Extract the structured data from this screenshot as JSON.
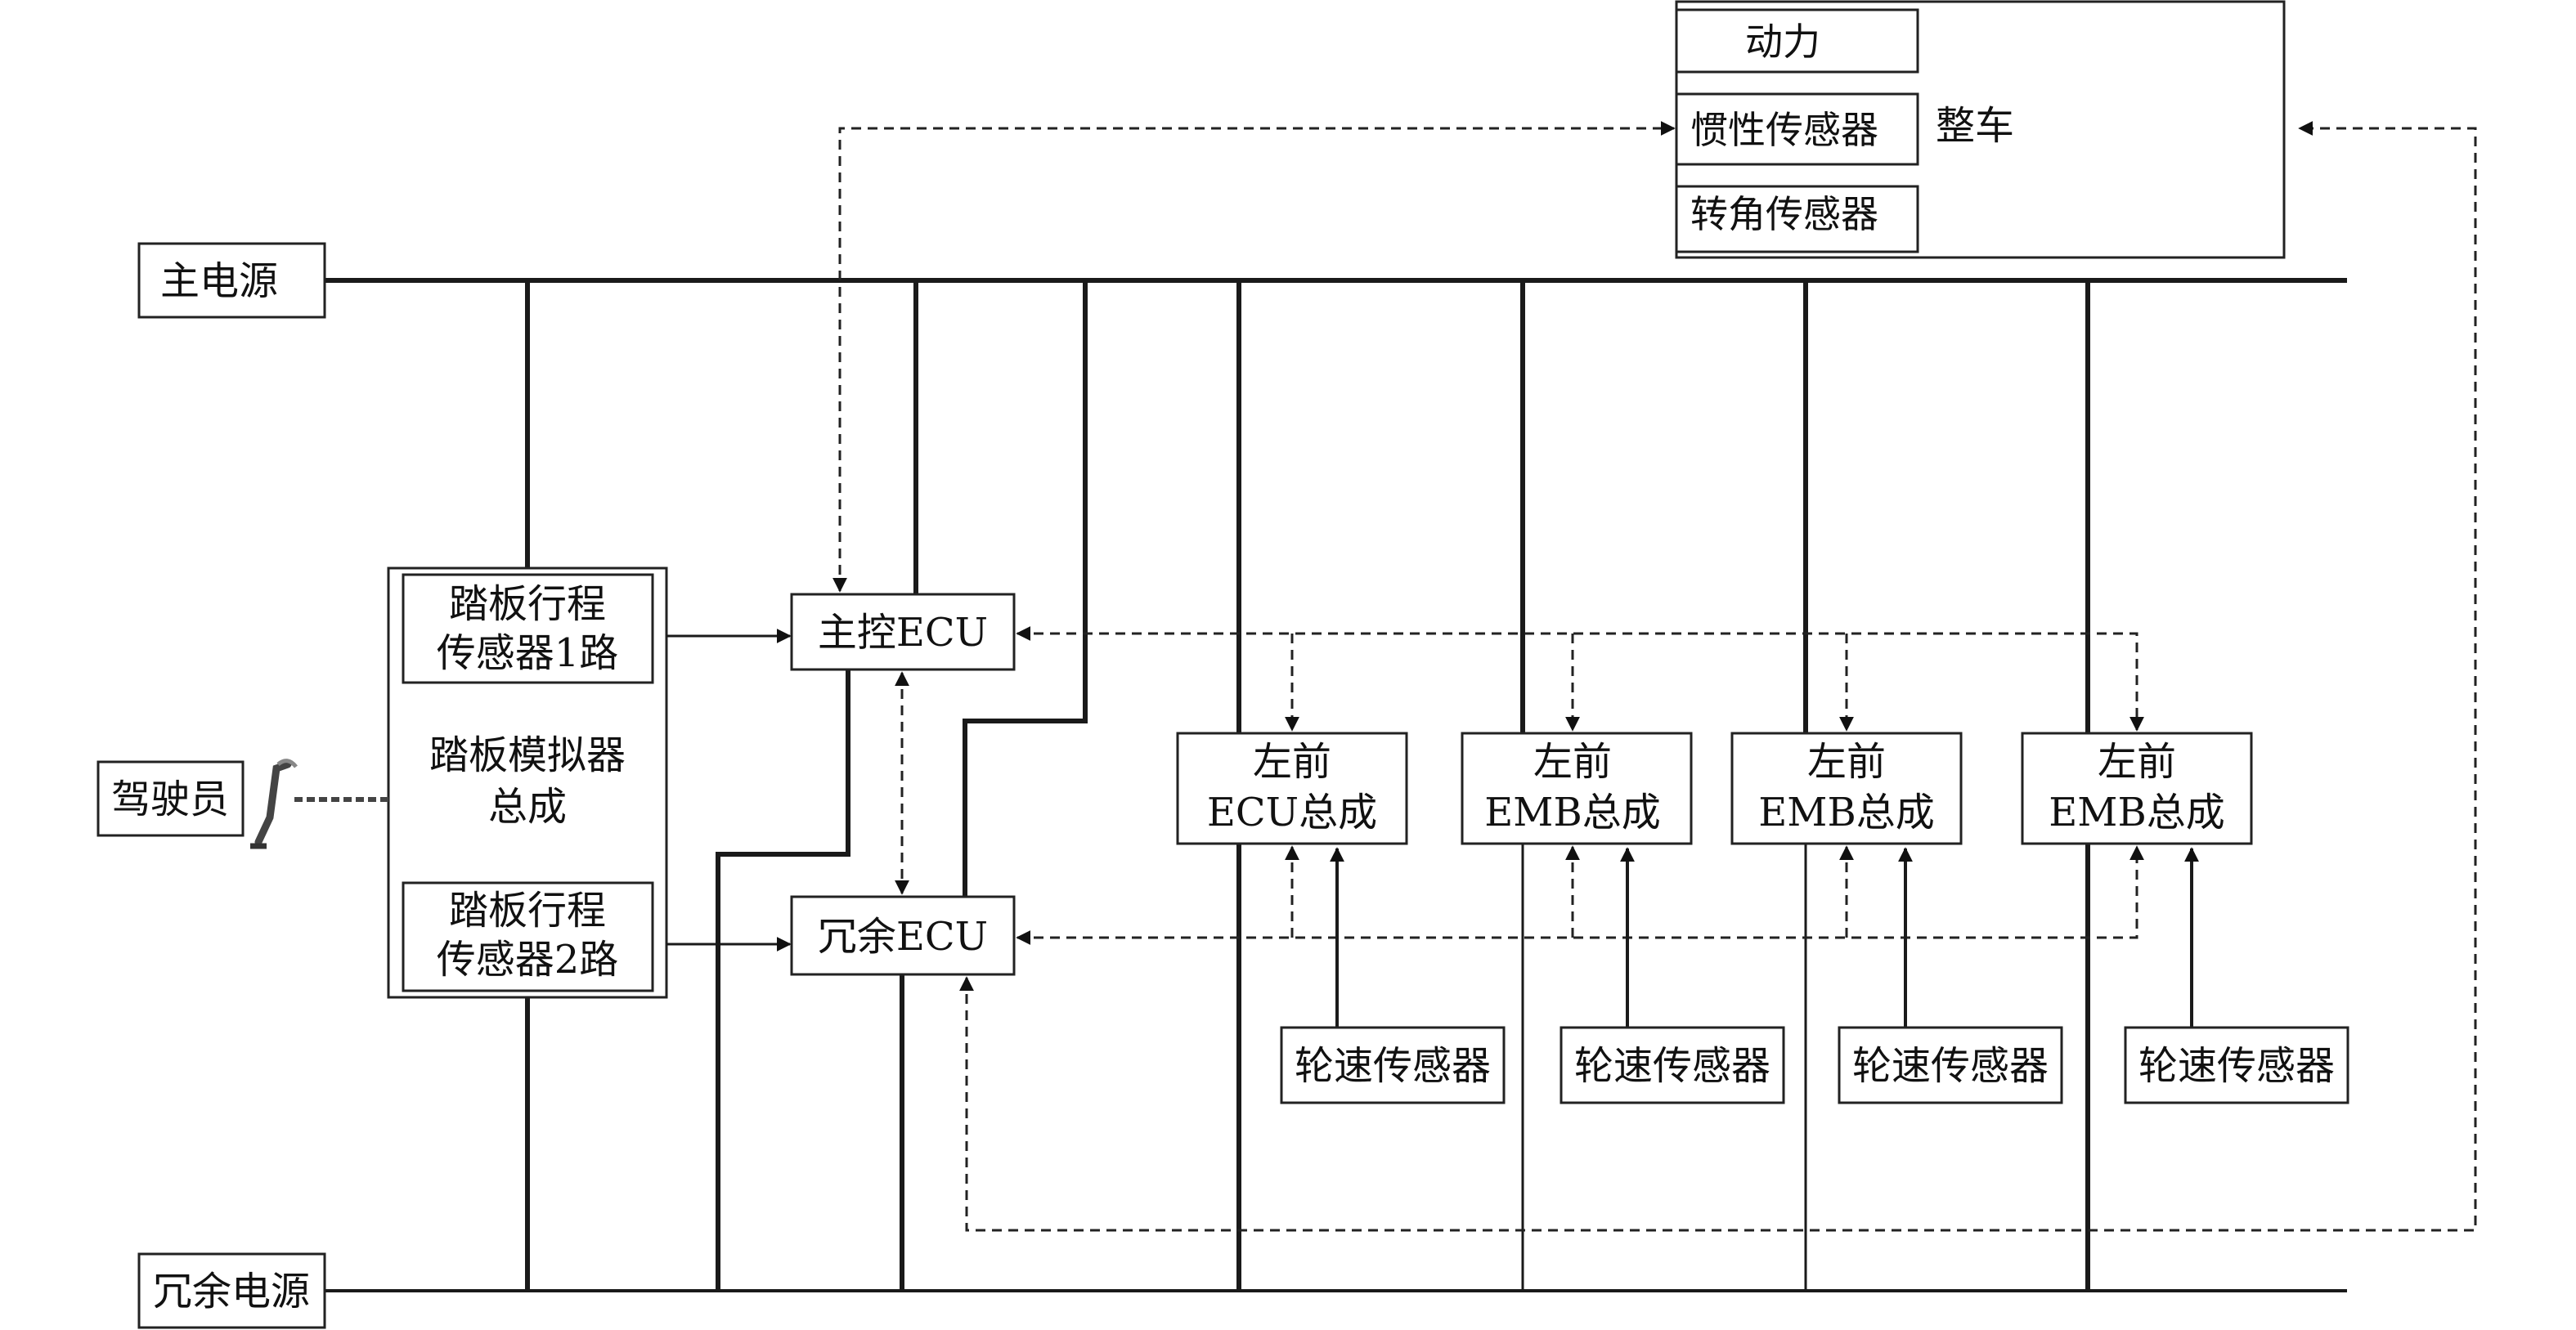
{
  "diagram": {
    "main_power": "主电源",
    "redundant_power": "冗余电源",
    "driver": "驾驶员",
    "vehicle": {
      "label": "整车",
      "items": [
        "动力",
        "惯性传感器",
        "转角传感器"
      ]
    },
    "pedal_simulator": {
      "label_line1": "踏板模拟器",
      "label_line2": "总成",
      "sensor1_line1": "踏板行程",
      "sensor1_line2": "传感器1路",
      "sensor2_line1": "踏板行程",
      "sensor2_line2": "传感器2路"
    },
    "main_ecu": "主控ECU",
    "redundant_ecu": "冗余ECU",
    "assemblies": [
      {
        "line1": "左前",
        "line2": "ECU总成"
      },
      {
        "line1": "左前",
        "line2": "EMB总成"
      },
      {
        "line1": "左前",
        "line2": "EMB总成"
      },
      {
        "line1": "左前",
        "line2": "EMB总成"
      }
    ],
    "wheel_speed_sensors": [
      "轮速传感器",
      "轮速传感器",
      "轮速传感器",
      "轮速传感器"
    ]
  }
}
